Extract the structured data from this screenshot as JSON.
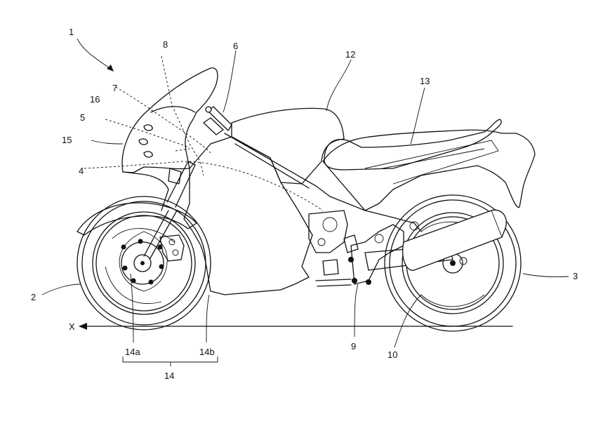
{
  "labels": {
    "l1": "1",
    "l2": "2",
    "l3": "3",
    "l4": "4",
    "l5": "5",
    "l6": "6",
    "l7": "7",
    "l8": "8",
    "l9": "9",
    "l10": "10",
    "l12": "12",
    "l13": "13",
    "l14": "14",
    "l14a": "14a",
    "l14b": "14b",
    "l15": "15",
    "l16": "16",
    "axis": "X"
  }
}
